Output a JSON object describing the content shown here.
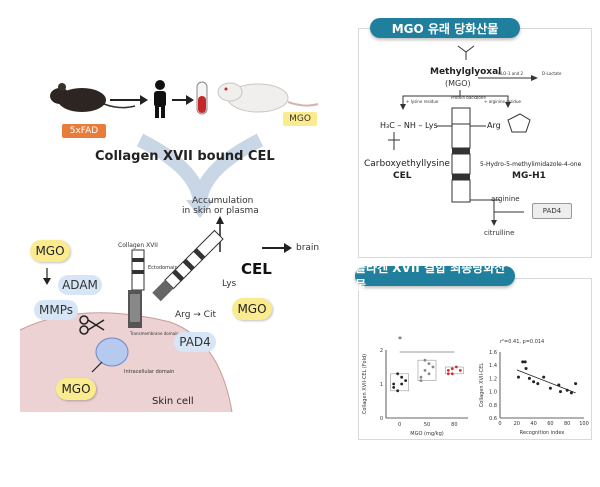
{
  "left": {
    "mouse_label": "5xFAD",
    "rat_label": "MGO",
    "title": "Collagen XVII bound CEL",
    "accumulation": "Accumulation",
    "accumulation_sub": "in skin or plasma",
    "brain": "brain",
    "cel": "CEL",
    "lys": "Lys",
    "arg_cit": "Arg → Cit",
    "mgo_top": "MGO",
    "adam": "ADAM",
    "mmps": "MMPs",
    "pad4": "PAD4",
    "mgo_right": "MGO",
    "mgo_bottom": "MGO",
    "collagen_xvii": "Collagen XVII",
    "ectodomain": "Ectodomain",
    "transmembrane": "Transmembrane domain",
    "intracellular": "Intracellular domain",
    "skin_cell": "Skin cell"
  },
  "top_right": {
    "header": "MGO 유래 당화산물",
    "methylglyoxal": "Methylglyoxal",
    "mgo_abbr": "(MGO)",
    "glo": "GLO-1 and 2",
    "d_lactate": "D-Lactate",
    "protein_backbone": "Protein backbone",
    "lysine_residue": "+ lysine residue",
    "arginine_residue": "+ arginine residue",
    "lys_formula": "H₃C – NH – Lys",
    "arg_formula": "Arg",
    "carboxyethyl": "Carboxyethyllysine",
    "cel": "CEL",
    "hydro": "5-Hydro-5-methylimidazole-4-one",
    "mgh1": "MG-H1",
    "arginine": "arginine",
    "pad4": "PAD4",
    "citrulline": "citrulline"
  },
  "bottom_right": {
    "header": "콜라겐 XVII 결합 최종당화산물",
    "stat_text": "r²=0.41, p=0.014",
    "significance": "*",
    "recognition_index": "Recognition index"
  },
  "chart_data": [
    {
      "type": "scatter",
      "title": "",
      "xlabel": "MGO (mg/kg)",
      "ylabel": "Collagen XVII-CEL (Fold)",
      "categories": [
        "0",
        "50",
        "80"
      ],
      "ylim": [
        0,
        2
      ],
      "yticks": [
        "0",
        "1",
        "2"
      ],
      "series": [
        {
          "values": [
            [
              1.0,
              0.8,
              1.2,
              1.1,
              0.9,
              1.3,
              1.0
            ]
          ]
        },
        {
          "values": [
            [
              1.2,
              1.4,
              1.6,
              1.5,
              1.1,
              1.7,
              1.3
            ]
          ]
        },
        {
          "values": [
            [
              1.4,
              1.3,
              1.5,
              1.4,
              1.3,
              1.45
            ]
          ]
        }
      ]
    },
    {
      "type": "scatter",
      "title": "",
      "xlabel": "Recognition index",
      "ylabel": "Collagen XVII-CEL",
      "xlim": [
        0,
        100
      ],
      "ylim": [
        0.6,
        1.6
      ],
      "xticks": [
        "0",
        "20",
        "40",
        "60",
        "80",
        "100"
      ],
      "yticks": [
        "0.6",
        "0.8",
        "1.0",
        "1.2",
        "1.4",
        "1.6"
      ],
      "points": [
        {
          "x": 22,
          "y": 1.22
        },
        {
          "x": 27,
          "y": 1.45
        },
        {
          "x": 30,
          "y": 1.45
        },
        {
          "x": 31,
          "y": 1.35
        },
        {
          "x": 35,
          "y": 1.2
        },
        {
          "x": 40,
          "y": 1.15
        },
        {
          "x": 45,
          "y": 1.12
        },
        {
          "x": 52,
          "y": 1.22
        },
        {
          "x": 60,
          "y": 1.05
        },
        {
          "x": 70,
          "y": 1.1
        },
        {
          "x": 72,
          "y": 1.0
        },
        {
          "x": 80,
          "y": 1.02
        },
        {
          "x": 85,
          "y": 0.98
        },
        {
          "x": 90,
          "y": 1.12
        }
      ],
      "trendline": {
        "x": [
          20,
          90
        ],
        "y": [
          1.33,
          0.98
        ]
      }
    }
  ]
}
